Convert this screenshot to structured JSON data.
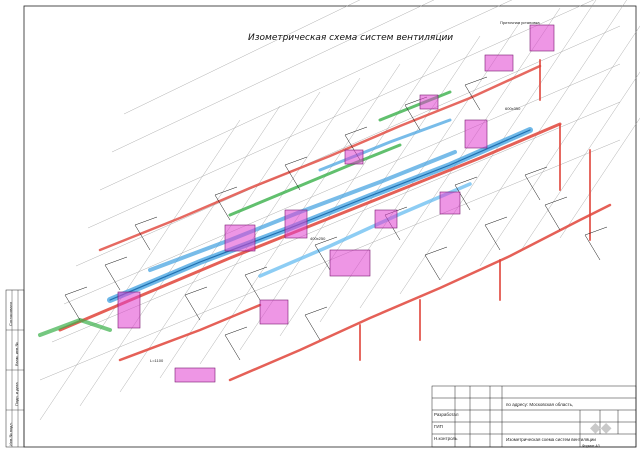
{
  "drawing": {
    "title": "Изометрическая схема систем вентиляции"
  },
  "title_block": {
    "address": "по адресу: Московская область,",
    "sheet_subject": "Изометрическая схема систем вентиляции",
    "labels": [
      "Разработал",
      "ГИП",
      "Н.контроль"
    ],
    "bottom_label": "Формат А3"
  },
  "side_stamp": {
    "labels": [
      "Инв.№ подл.",
      "Подп. и дата",
      "Взам. инв.№",
      "Согласовано"
    ]
  },
  "annotations": {
    "supply_unit": "Приточная установка",
    "duct_size_a": "600х350",
    "duct_size_b": "400х250",
    "fan_label": "L=1100"
  },
  "colors": {
    "supply": "#3fa0e0",
    "exhaust": "#e0443a",
    "equipment": "#e03fd0",
    "recirc": "#3ab04a",
    "leader": "#111111",
    "frame": "#222222"
  }
}
